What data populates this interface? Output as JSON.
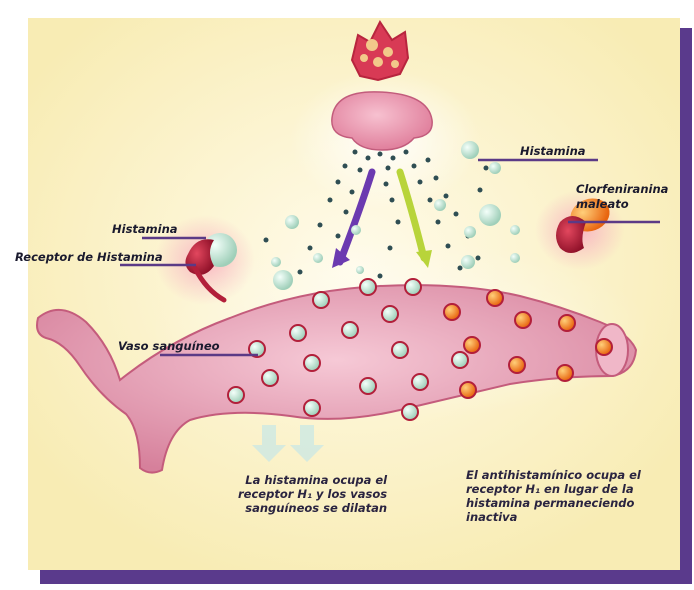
{
  "labels": {
    "histamina_top": "Histamina",
    "histamina_left": "Histamina",
    "receptor_histamina": "Receptor de Histamina",
    "clorfeniranina": "Clorfeniranina\nmaleato",
    "vaso_sanguineo": "Vaso sanguíneo"
  },
  "captions": {
    "left": "La histamina ocupa el\nreceptor H₁ y los vasos\nsanguíneos se dilatan",
    "right": "El antihistamínico ocupa el\nreceptor H₁ en lugar de la\nhistamina permaneciendo\ninactiva"
  },
  "colors": {
    "background": "#fbf3c8",
    "frame_shadow": "#5a3a8c",
    "leader_line": "#5b3a86",
    "vessel": "#e9a3b7",
    "histamine": "#c7e6d8",
    "antihistamine": "#f07a1c",
    "receptor": "#b21f3a",
    "arrow_purple": "#6b3ab0",
    "arrow_green": "#b8d43a"
  }
}
